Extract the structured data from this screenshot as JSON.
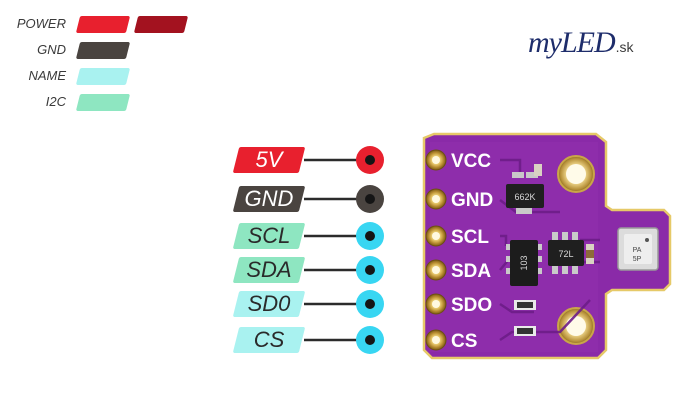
{
  "legend": [
    {
      "label": "POWER",
      "colors": [
        "#e8202e",
        "#a3121f"
      ]
    },
    {
      "label": "GND",
      "colors": [
        "#4a4440"
      ]
    },
    {
      "label": "NAME",
      "colors": [
        "#a9f2f0"
      ]
    },
    {
      "label": "I2C",
      "colors": [
        "#8ee6c1"
      ]
    }
  ],
  "logo": {
    "main": "myLED",
    "suffix": ".sk"
  },
  "pins": [
    {
      "name": "5V",
      "board": "VCC",
      "label_color": "#e8202e",
      "text_color": "#ffffff",
      "dot_color": "#e8202e"
    },
    {
      "name": "GND",
      "board": "GND",
      "label_color": "#4a4440",
      "text_color": "#ffffff",
      "dot_color": "#4a4440"
    },
    {
      "name": "SCL",
      "board": "SCL",
      "label_color": "#8ee6c1",
      "text_color": "#2a2a2a",
      "dot_color": "#38d6f2"
    },
    {
      "name": "SDA",
      "board": "SDA",
      "label_color": "#8ee6c1",
      "text_color": "#2a2a2a",
      "dot_color": "#38d6f2"
    },
    {
      "name": "SD0",
      "board": "SDO",
      "label_color": "#a9f2f0",
      "text_color": "#2a2a2a",
      "dot_color": "#38d6f2"
    },
    {
      "name": "CS",
      "board": "CS",
      "label_color": "#a9f2f0",
      "text_color": "#2a2a2a",
      "dot_color": "#38d6f2"
    }
  ],
  "board": {
    "color": "#8a2aa8",
    "chip_labels": [
      "662K",
      "103",
      "72L"
    ],
    "bme_marks": [
      "PA",
      "5P"
    ]
  }
}
